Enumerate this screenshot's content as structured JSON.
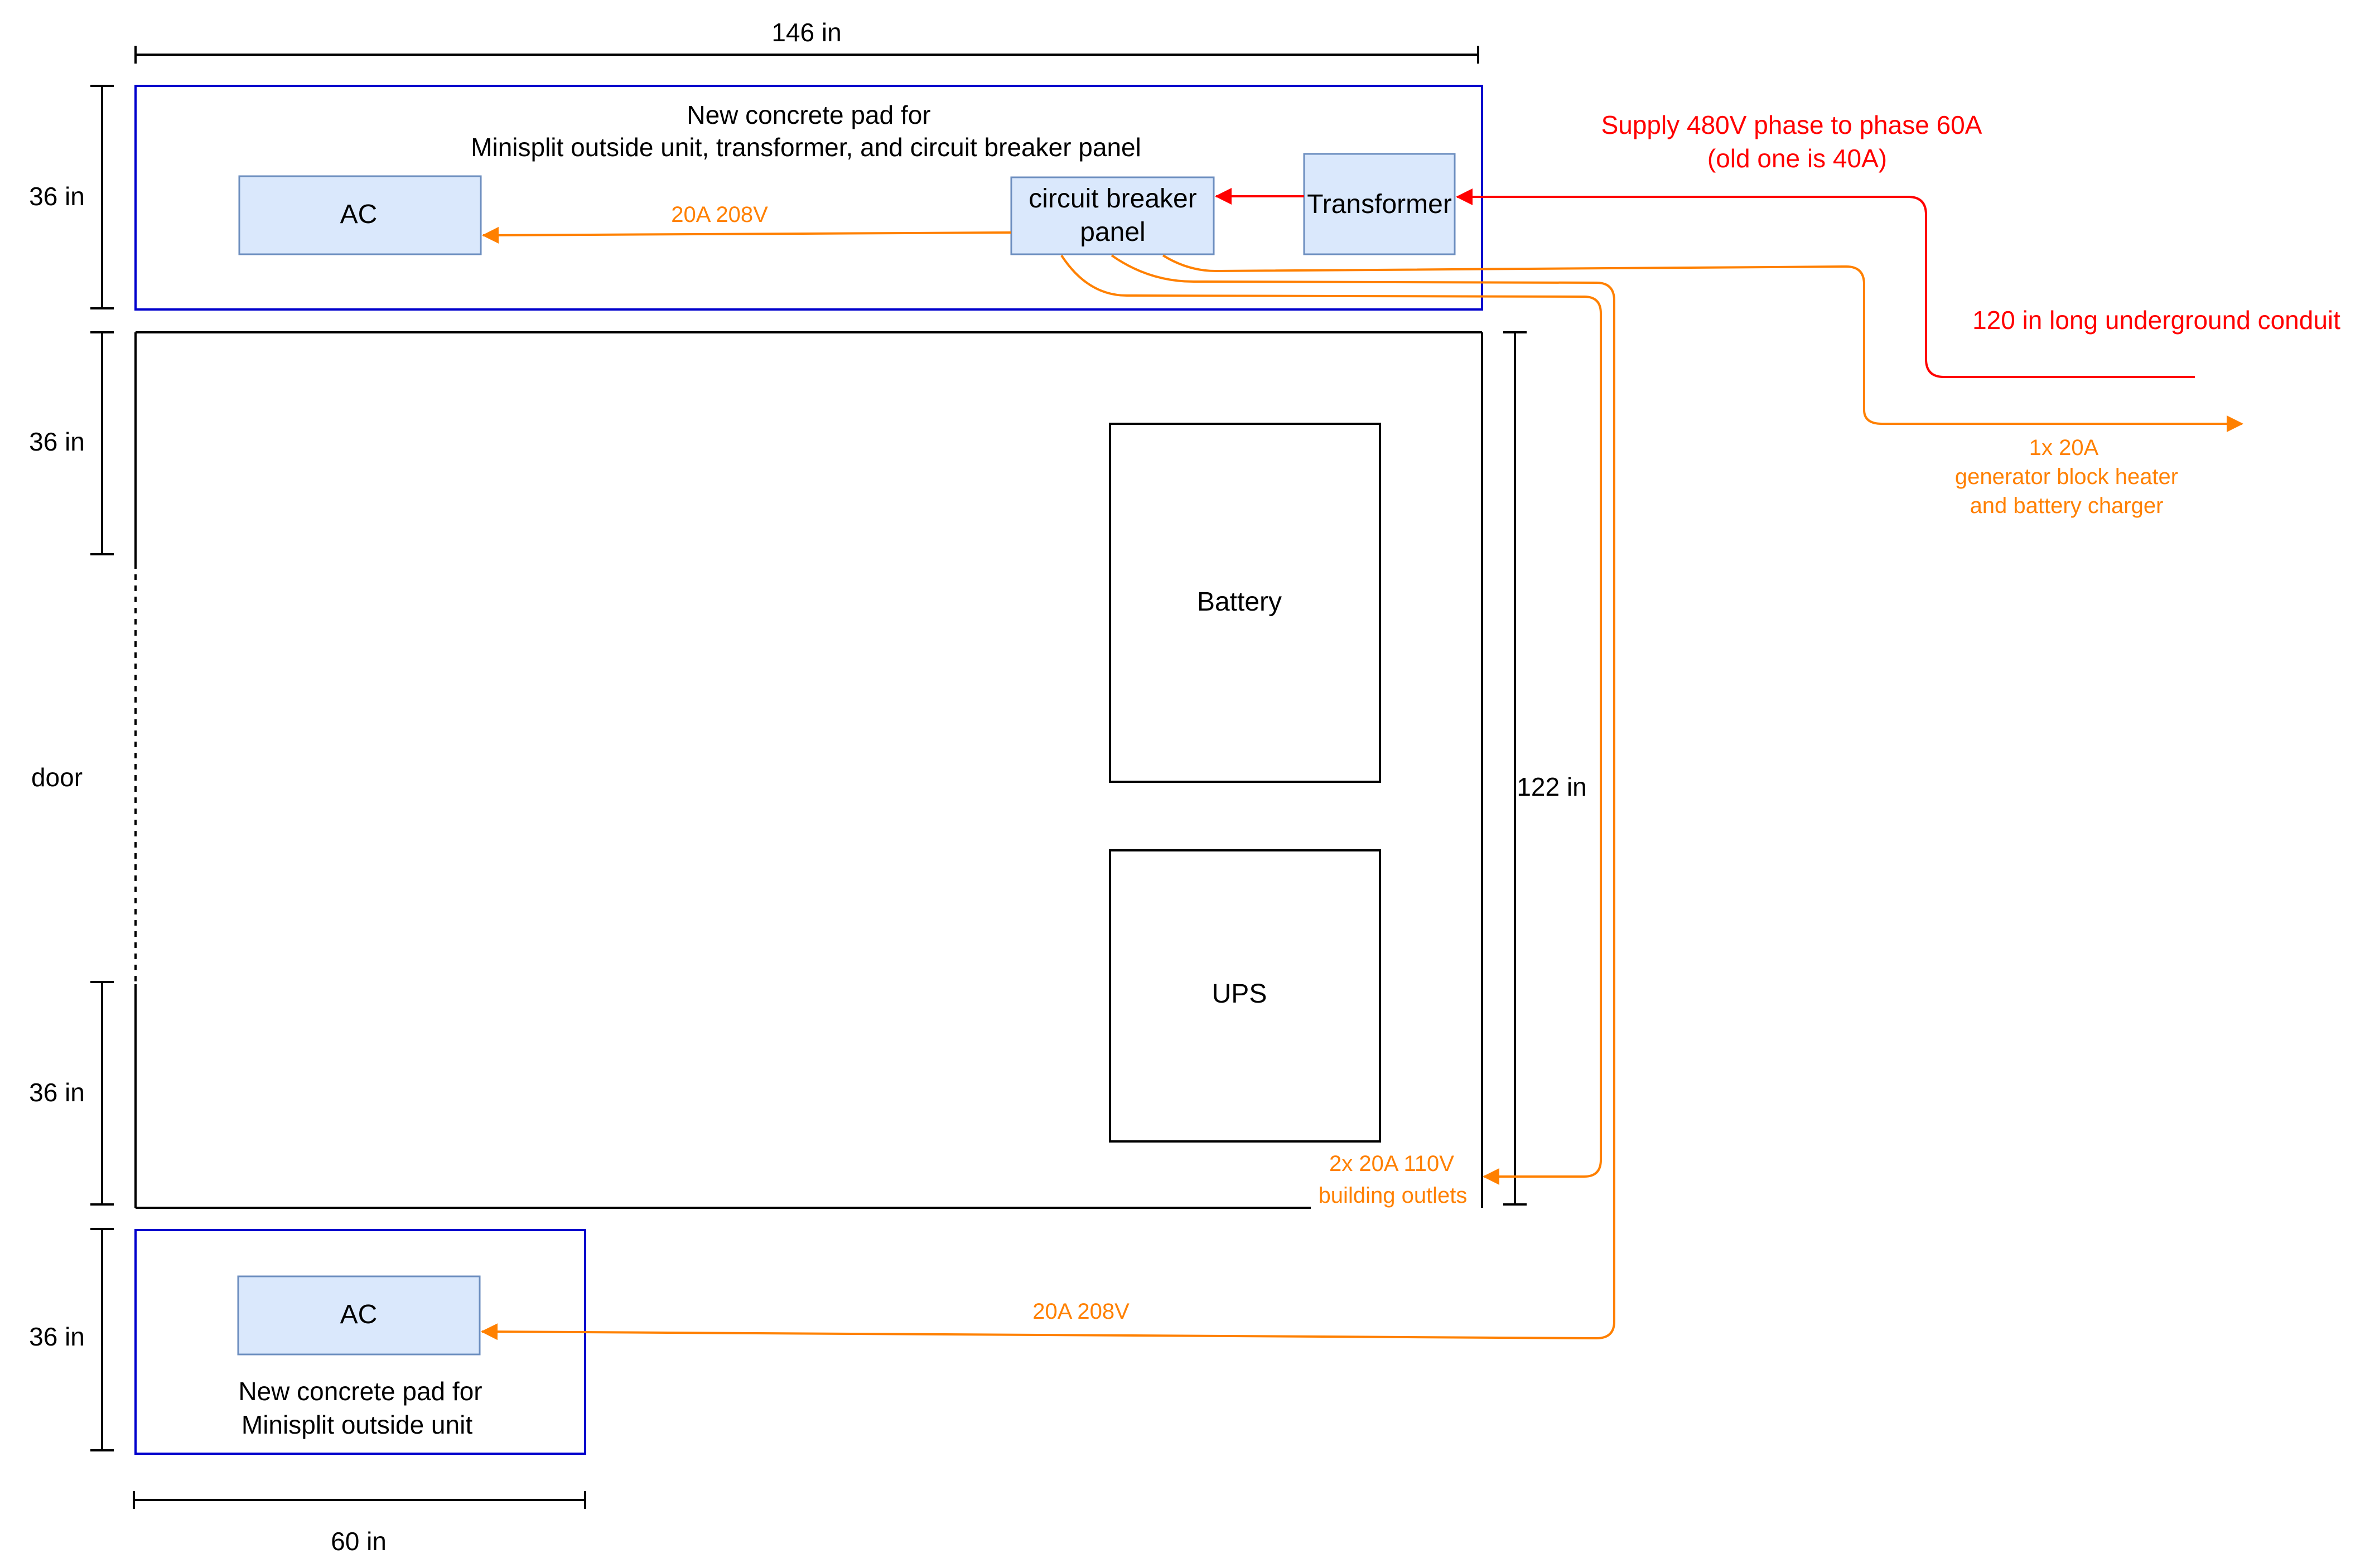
{
  "dimensions": {
    "top_width": "146 in",
    "bottom_width": "60 in",
    "pad_top_depth": "36 in",
    "room_top_wall": "36 in",
    "room_bottom_wall": "36 in",
    "pad_bottom_depth": "36 in",
    "room_depth": "122 in",
    "door": "door"
  },
  "pads": {
    "top_line1": "New concrete pad for",
    "top_line2": "Minisplit outside unit, transformer, and circuit breaker panel",
    "bottom_line1": "New concrete pad for",
    "bottom_line2": "Minisplit outside unit"
  },
  "equipment": {
    "ac_top": "AC",
    "breaker_line1": "circuit breaker",
    "breaker_line2": "panel",
    "transformer": "Transformer",
    "battery": "Battery",
    "ups": "UPS",
    "ac_bottom": "AC"
  },
  "supply": {
    "line1": "Supply 480V phase to phase 60A",
    "line2": "(old one is 40A)",
    "conduit": "120 in long underground conduit"
  },
  "circuits": {
    "ac_top": "20A 208V",
    "ac_bottom": "20A 208V",
    "outlets_line1": "2x 20A 110V",
    "outlets_line2": "building outlets",
    "generator_line1": "1x 20A",
    "generator_line2": "generator block heater",
    "generator_line3": "and battery charger"
  },
  "colors": {
    "pad_border": "#0000cc",
    "equipment_fill": "#dae8fc",
    "equipment_border": "#6c8ebf",
    "supply_wire": "#ff0000",
    "circuit_wire": "#ff8000"
  }
}
